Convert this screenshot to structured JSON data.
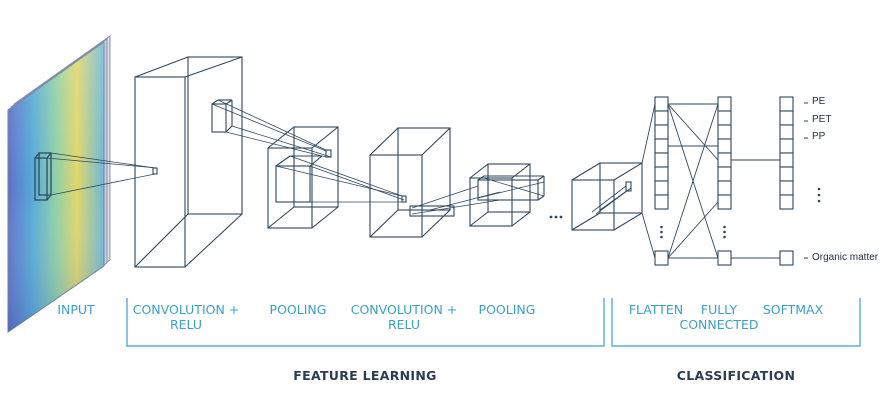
{
  "colors": {
    "line": "#2f4860",
    "label": "#3aa0c8",
    "bracket": "#3aa0c8",
    "section_text": "#2a3d52",
    "input_gradient": [
      "#5f6fc8",
      "#55a9d8",
      "#8fd0a8",
      "#e0d66a"
    ]
  },
  "stage_labels": {
    "input": "INPUT",
    "conv1": [
      "CONVOLUTION +",
      "RELU"
    ],
    "pool1": "POOLING",
    "conv2": [
      "CONVOLUTION +",
      "RELU"
    ],
    "pool2": "POOLING",
    "flatten": "FLATTEN",
    "fully": [
      "FULLY",
      "CONNECTED"
    ],
    "softmax": "SOFTMAX"
  },
  "section_labels": {
    "feature_learning": "FEATURE LEARNING",
    "classification": "CLASSIFICATION"
  },
  "classes": [
    "PE",
    "PET",
    "PP",
    "Organic matter"
  ],
  "ellipsis": "...",
  "icons": {
    "input_image": "heatmap-image",
    "vertical_ellipsis": "vertical-dots-icon"
  }
}
